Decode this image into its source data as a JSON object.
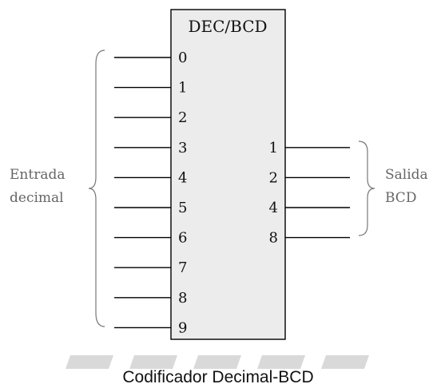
{
  "encoder": {
    "title": "DEC/BCD",
    "inputs": [
      "0",
      "1",
      "2",
      "3",
      "4",
      "5",
      "6",
      "7",
      "8",
      "9"
    ],
    "outputs": [
      "1",
      "2",
      "4",
      "8"
    ]
  },
  "labels": {
    "input_group": [
      "Entrada",
      "decimal"
    ],
    "output_group": [
      "Salida",
      "BCD"
    ]
  },
  "caption": "Codificador Decimal-BCD",
  "colors": {
    "box_fill": "#ececec",
    "line": "#000000",
    "text": "#111111",
    "group_label": "#666666",
    "brace": "#777777",
    "watermark_band": "#d3d3d3"
  }
}
